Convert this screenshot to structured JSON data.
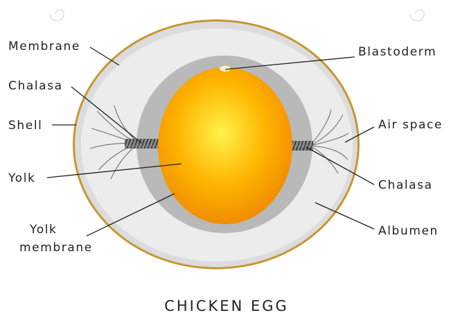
{
  "diagram": {
    "title": "CHICKEN EGG",
    "labels": {
      "membrane": "Membrane",
      "chalasa_left": "Chalasa",
      "shell": "Shell",
      "yolk": "Yolk",
      "yolk_membrane_line1": "Yolk",
      "yolk_membrane_line2": "membrane",
      "blastoderm": "Blastoderm",
      "air_space": "Air space",
      "chalasa_right": "Chalasa",
      "albumen": "Albumen"
    },
    "colors": {
      "shell": "#c8962e",
      "membrane": "#dcdcdc",
      "albumen": "#ececec",
      "yolk_ring": "#b9b9b9",
      "yolk_center": "#fff34a",
      "yolk_mid": "#ffb400",
      "yolk_edge": "#f08a00",
      "blastoderm": "#fff6c8"
    }
  }
}
